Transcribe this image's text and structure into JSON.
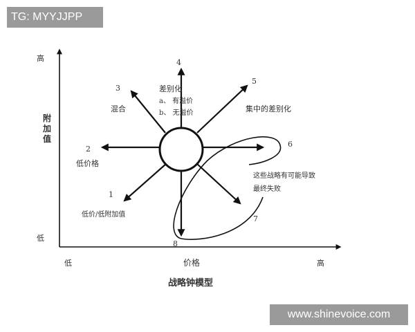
{
  "watermark_top": "TG: MYYJJPP",
  "watermark_bottom": "www.shinevoice.com",
  "title": "战略钟模型",
  "axes": {
    "y_label": "附加值",
    "y_high": "高",
    "y_low": "低",
    "x_label": "价格",
    "x_low": "低",
    "x_high": "高"
  },
  "routes": [
    {
      "num": "1",
      "label": "低价/低附加值"
    },
    {
      "num": "2",
      "label": "低价格"
    },
    {
      "num": "3",
      "label": "混合"
    },
    {
      "num": "4",
      "label": "差别化",
      "subs": [
        "a、 有溢价",
        "b、 无溢价"
      ]
    },
    {
      "num": "5",
      "label": "集中的差别化"
    },
    {
      "num": "6",
      "label": ""
    },
    {
      "num": "7",
      "label": ""
    },
    {
      "num": "8",
      "label": ""
    }
  ],
  "failure_note_line1": "这些战略有可能导致",
  "failure_note_line2": "最终失败"
}
